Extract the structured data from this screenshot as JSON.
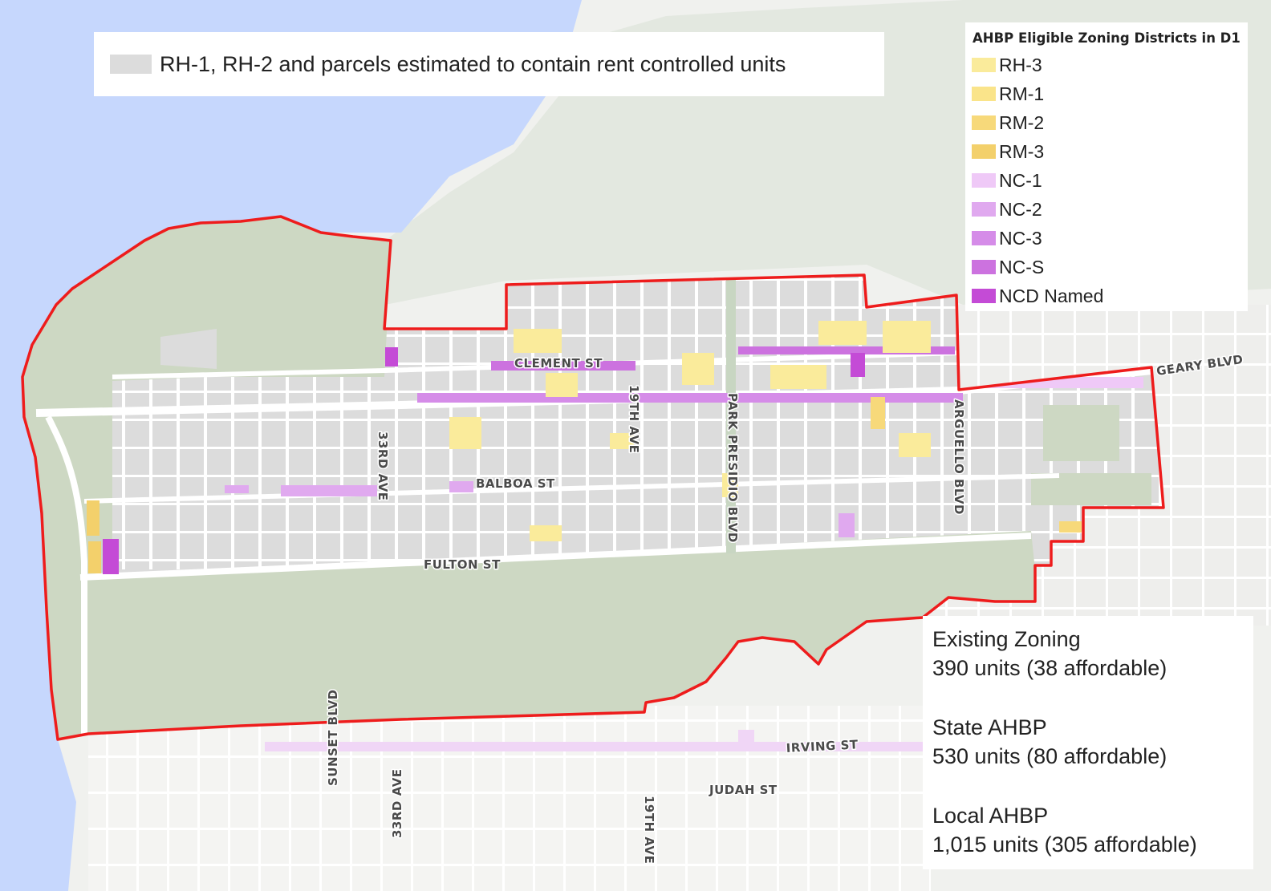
{
  "colors": {
    "water": "#c6d7fd",
    "land": "#eef0ec",
    "park": "#cdd8c3",
    "parcel_gray": "#dcdcdc",
    "boundary": "#ee1c1c",
    "rh3": "#faeb9b",
    "rm1": "#fae48a",
    "rm2": "#f7d97a",
    "rm3": "#f3d06b",
    "nc1": "#efc9f7",
    "nc2": "#e0a9ef",
    "nc3": "#d58ce8",
    "ncs": "#cc72df",
    "ncd": "#c44bd6"
  },
  "note": {
    "text": "RH-1, RH-2 and parcels estimated to contain rent controlled units",
    "swatch_icon": "gray-swatch"
  },
  "legend": {
    "title": "AHBP Eligible Zoning Districts in D1",
    "items": [
      {
        "label": "RH-3",
        "color": "#faeb9b"
      },
      {
        "label": "RM-1",
        "color": "#fae48a"
      },
      {
        "label": "RM-2",
        "color": "#f7d97a"
      },
      {
        "label": "RM-3",
        "color": "#f3d06b"
      },
      {
        "label": "NC-1",
        "color": "#efc9f7"
      },
      {
        "label": "NC-2",
        "color": "#e0a9ef"
      },
      {
        "label": "NC-3",
        "color": "#d58ce8"
      },
      {
        "label": "NC-S",
        "color": "#cc72df"
      },
      {
        "label": "NCD Named",
        "color": "#c44bd6"
      }
    ]
  },
  "stats": [
    {
      "title": "Existing Zoning",
      "value": "390 units (38 affordable)"
    },
    {
      "title": "State AHBP",
      "value": "530 units (80 affordable)"
    },
    {
      "title": "Local AHBP",
      "value": "1,015 units (305 affordable)"
    }
  ],
  "streets": {
    "clement": "CLEMENT ST",
    "geary": "GEARY BLVD",
    "balboa": "BALBOA ST",
    "fulton": "FULTON ST",
    "ave33_north": "33RD AVE",
    "ave19_north": "19TH AVE",
    "park_presidio": "PARK PRESIDIO BLVD",
    "arguello": "ARGUELLO BLVD",
    "sunset": "SUNSET BLVD",
    "ave33_south": "33RD AVE",
    "ave19_south": "19TH AVE",
    "irving": "IRVING ST",
    "judah": "JUDAH ST"
  }
}
